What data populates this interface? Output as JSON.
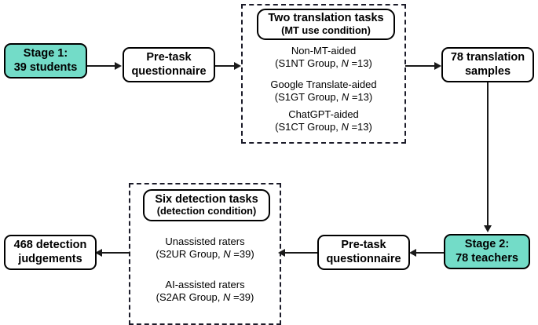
{
  "diagram": {
    "title": "Two-stage study flowchart",
    "accent_color": "#73DCC8",
    "line_color": "#1a1a1a"
  },
  "nodes": {
    "stage1": "Stage 1:\n39 students",
    "pretask_top": "Pre-task\nquestionnaire",
    "samples": "78 translation\nsamples",
    "stage2": "Stage 2:\n78 teachers",
    "pretask_bottom": "Pre-task\nquestionnaire",
    "judgements": "468 detection\njudgements"
  },
  "translation_panel": {
    "header_line1": "Two translation tasks",
    "header_line2": "(MT use condition)",
    "groups": [
      {
        "name": "Non-MT-aided",
        "detail_prefix": "(S1NT Group, ",
        "detail_n": "N",
        "detail_suffix": " =13)"
      },
      {
        "name": "Google Translate-aided",
        "detail_prefix": "(S1GT Group, ",
        "detail_n": "N",
        "detail_suffix": " =13)"
      },
      {
        "name": "ChatGPT-aided",
        "detail_prefix": "(S1CT Group, ",
        "detail_n": "N",
        "detail_suffix": " =13)"
      }
    ]
  },
  "detection_panel": {
    "header_line1": "Six detection tasks",
    "header_line2": "(detection condition)",
    "groups": [
      {
        "name": "Unassisted raters",
        "detail_prefix": "(S2UR Group, ",
        "detail_n": "N",
        "detail_suffix": " =39)"
      },
      {
        "name": "AI-assisted raters",
        "detail_prefix": "(S2AR Group, ",
        "detail_n": "N",
        "detail_suffix": " =39)"
      }
    ]
  }
}
